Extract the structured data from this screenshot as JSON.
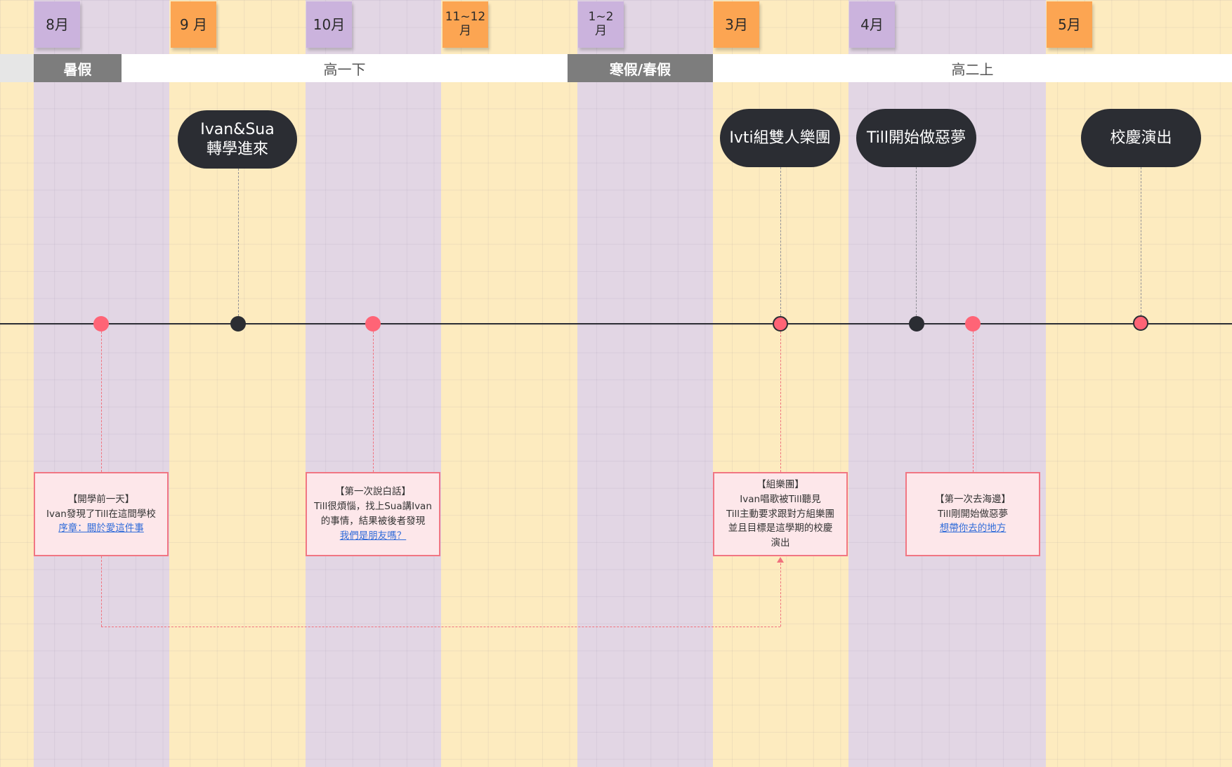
{
  "colors": {
    "purple_column": "#e2d6e4",
    "yellow_column": "#fdebbf",
    "sticky_purple": "#cbb3dd",
    "sticky_orange": "#fca552",
    "pill": "#2b2d33",
    "marker_pink": "#ff6476",
    "card_border": "#f17683",
    "link": "#2f6bd9"
  },
  "months": [
    "8月",
    "9 月",
    "10月",
    "11~12\n月",
    "1~2\n月",
    "3月",
    "4月",
    "5月"
  ],
  "periods": [
    "暑假",
    "高一下",
    "寒假/春假",
    "高二上"
  ],
  "events": [
    "Ivan&Sua\n轉學進來",
    "Ivti組雙人樂團",
    "Till開始做惡夢",
    "校慶演出"
  ],
  "cards": [
    {
      "title": "【開學前一天】",
      "lines": [
        "Ivan發現了Till在這間學校"
      ],
      "link": "序章：關於愛這件事"
    },
    {
      "title": "【第一次說白話】",
      "lines": [
        "Till很煩惱，找上Sua講Ivan",
        "的事情，結果被後者發現"
      ],
      "link": "我們是朋友嗎？"
    },
    {
      "title": "【組樂團】",
      "lines": [
        "Ivan唱歌被Till聽見",
        "Till主動要求跟對方組樂團",
        "並且目標是這學期的校慶",
        "演出"
      ],
      "link": ""
    },
    {
      "title": "【第一次去海邊】",
      "lines": [
        "Till剛開始做惡夢"
      ],
      "link": "想帶你去的地方"
    }
  ]
}
